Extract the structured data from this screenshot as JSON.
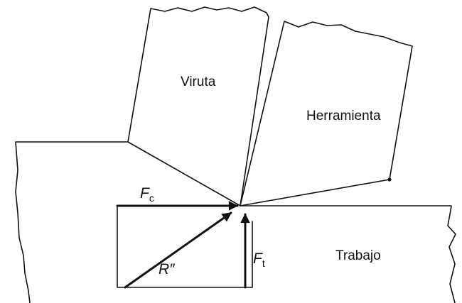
{
  "labels": {
    "chip": "Viruta",
    "tool": "Herramienta",
    "work": "Trabajo"
  },
  "forces": {
    "cutting": {
      "symbol": "F",
      "subscript": "c"
    },
    "thrust": {
      "symbol": "F",
      "subscript": "t"
    },
    "resultant": {
      "symbol": "R″"
    }
  },
  "colors": {
    "ink": "#111111",
    "background": "#ffffff"
  }
}
